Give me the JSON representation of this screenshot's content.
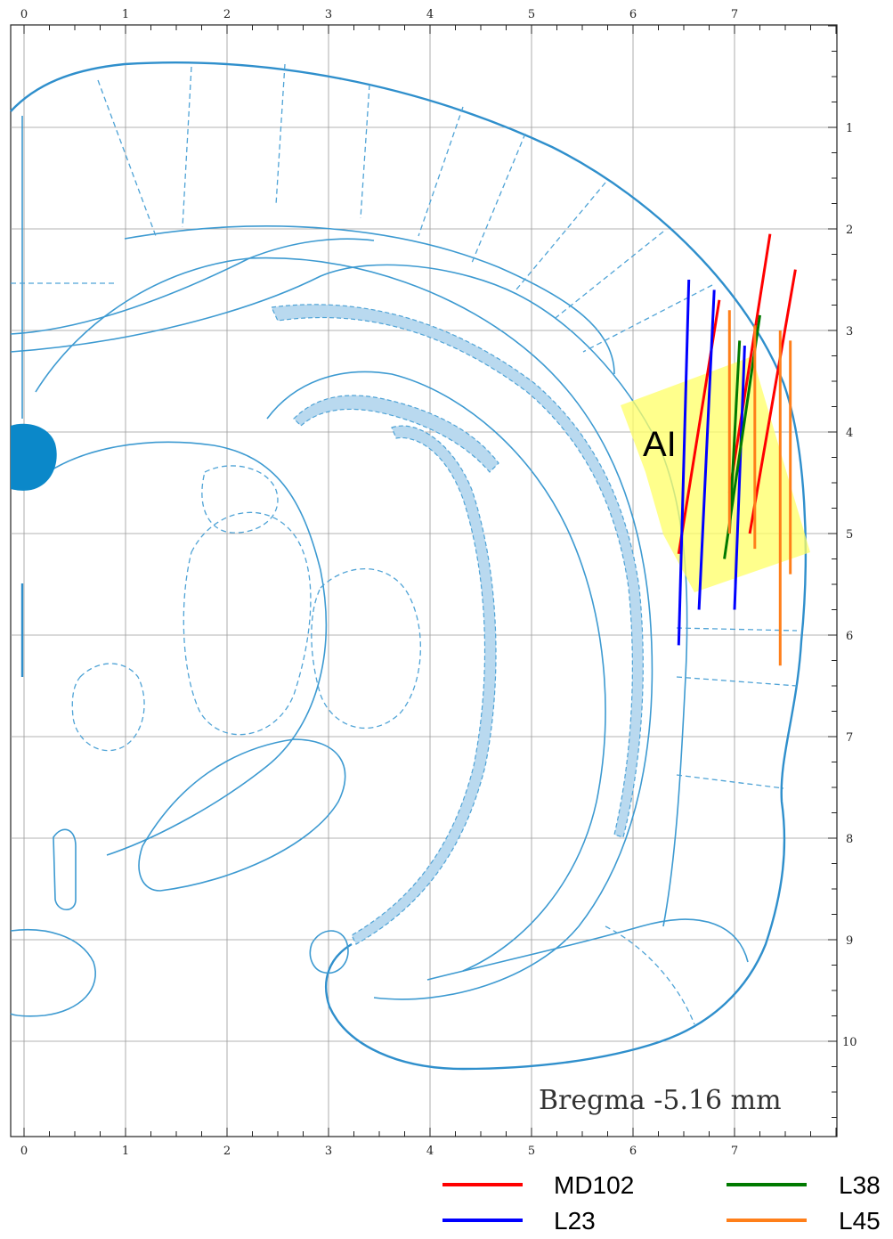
{
  "top_axis_labels": [
    "0",
    "1",
    "2",
    "3",
    "4",
    "5",
    "6",
    "7"
  ],
  "bottom_axis_labels": [
    "0",
    "1",
    "2",
    "3",
    "4",
    "5",
    "6",
    "7"
  ],
  "right_axis_labels": [
    "1",
    "2",
    "3",
    "4",
    "5",
    "6",
    "7",
    "8",
    "9",
    "10"
  ],
  "caption": "Bregma -5.16 mm",
  "region_label": "AI",
  "region_color": "#ffff66",
  "electrode_tracks": [
    {
      "animal": "MD102",
      "color": "#ff0000",
      "tracks": [
        {
          "x1": 7.35,
          "y1": 2.05,
          "x2": 6.95,
          "y2": 4.6
        },
        {
          "x1": 7.6,
          "y1": 2.4,
          "x2": 7.15,
          "y2": 5.0
        },
        {
          "x1": 6.85,
          "y1": 2.7,
          "x2": 6.45,
          "y2": 5.2
        }
      ]
    },
    {
      "animal": "L23",
      "color": "#0000ff",
      "tracks": [
        {
          "x1": 6.55,
          "y1": 2.5,
          "x2": 6.45,
          "y2": 6.1
        },
        {
          "x1": 6.8,
          "y1": 2.6,
          "x2": 6.65,
          "y2": 5.75
        },
        {
          "x1": 7.1,
          "y1": 3.15,
          "x2": 7.0,
          "y2": 5.75
        }
      ]
    },
    {
      "animal": "L38",
      "color": "#007a00",
      "tracks": [
        {
          "x1": 7.25,
          "y1": 2.85,
          "x2": 6.9,
          "y2": 5.25
        },
        {
          "x1": 7.05,
          "y1": 3.1,
          "x2": 6.95,
          "y2": 5.0
        }
      ]
    },
    {
      "animal": "L45",
      "color": "#ff7f1a",
      "tracks": [
        {
          "x1": 6.95,
          "y1": 2.8,
          "x2": 6.95,
          "y2": 5.0
        },
        {
          "x1": 7.2,
          "y1": 2.95,
          "x2": 7.2,
          "y2": 5.15
        },
        {
          "x1": 7.45,
          "y1": 3.0,
          "x2": 7.45,
          "y2": 6.3
        },
        {
          "x1": 7.55,
          "y1": 3.1,
          "x2": 7.55,
          "y2": 5.4
        }
      ]
    }
  ],
  "legend": [
    {
      "label": "MD102",
      "color": "#ff0000"
    },
    {
      "label": "L38",
      "color": "#007a00"
    },
    {
      "label": "L23",
      "color": "#0000ff"
    },
    {
      "label": "L45",
      "color": "#ff7f1a"
    }
  ]
}
